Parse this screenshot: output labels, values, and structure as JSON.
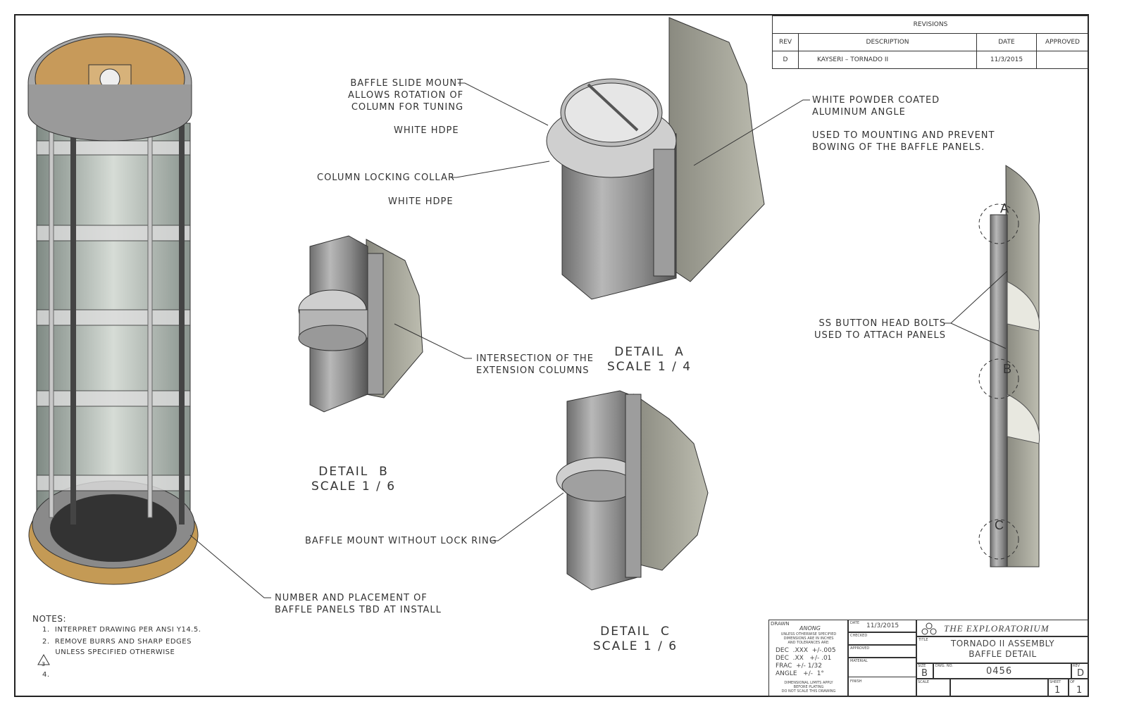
{
  "revisions": {
    "title": "REVISIONS",
    "headers": [
      "REV",
      "DESCRIPTION",
      "DATE",
      "APPROVED"
    ],
    "rows": [
      [
        "D",
        "KAYSERI  –  TORNADO II",
        "11/3/2015",
        ""
      ]
    ]
  },
  "callouts": {
    "baffle_slide_mount": "BAFFLE SLIDE MOUNT\nALLOWS ROTATION OF\nCOLUMN FOR TUNING",
    "white_hdpe_1": "WHITE HDPE",
    "column_locking_collar": "COLUMN LOCKING COLLAR",
    "white_hdpe_2": "WHITE HDPE",
    "aluminum_angle": "WHITE POWDER COATED\nALUMINUM ANGLE",
    "mounting_note": "USED TO MOUNTING AND PREVENT\nBOWING OF THE BAFFLE PANELS.",
    "intersection": "INTERSECTION OF THE\nEXTENSION COLUMNS",
    "ss_bolts": "SS BUTTON HEAD BOLTS\nUSED TO ATTACH PANELS",
    "baffle_mount": "BAFFLE MOUNT WITHOUT LOCK RING",
    "panel_placement": "NUMBER AND PLACEMENT OF\nBAFFLE PANELS TBD AT INSTALL"
  },
  "details": {
    "a": "DETAIL  A\nSCALE 1 / 4",
    "b": "DETAIL  B\nSCALE 1 / 6",
    "c": "DETAIL  C\nSCALE 1 / 6"
  },
  "detail_markers": [
    "A",
    "B",
    "C"
  ],
  "notes": {
    "title": "NOTES:",
    "items": [
      "1.  INTERPRET DRAWING PER ANSI Y14.5.",
      "2.  REMOVE BURRS AND SHARP EDGES\n     UNLESS SPECIFIED OTHERWISE",
      "3",
      "4."
    ]
  },
  "title_block": {
    "drawn_label": "DRAWN",
    "drawn_value": "ANONG",
    "date_label": "DATE",
    "date_value": "11/3/2015",
    "checked_label": "CHECKED",
    "approved_label": "APPROVED",
    "material_label": "MATERIAL",
    "finish_label": "FINISH",
    "tolerance_header": "UNLESS OTHERWISE SPECIFIED\nDIMENSIONS ARE IN INCHES\nAND TOLERANCES ARE:",
    "tolerances": "DEC  .XXX  +/-.005\nDEC  .XX   +/- .01\nFRAC  +/- 1/32\nANGLE   +/-  1°",
    "tolerance_footer": "DIMENSIONAL LIMITS APPLY\nBEFORE PLATING\nDO NOT SCALE THIS DRAWING",
    "company": "THE  EXPLORATORIUM",
    "title_label": "TITLE",
    "title": "TORNADO II ASSEMBLY\nBAFFLE DETAIL",
    "size_label": "SIZE",
    "size": "B",
    "dwg_label": "DWG. NO.",
    "dwg_no": "0456",
    "rev_label": "REV",
    "rev": "D",
    "scale_label": "SCALE",
    "sheet_label": "SHEET",
    "sheet": "1",
    "of_label": "OF",
    "of": "1"
  }
}
